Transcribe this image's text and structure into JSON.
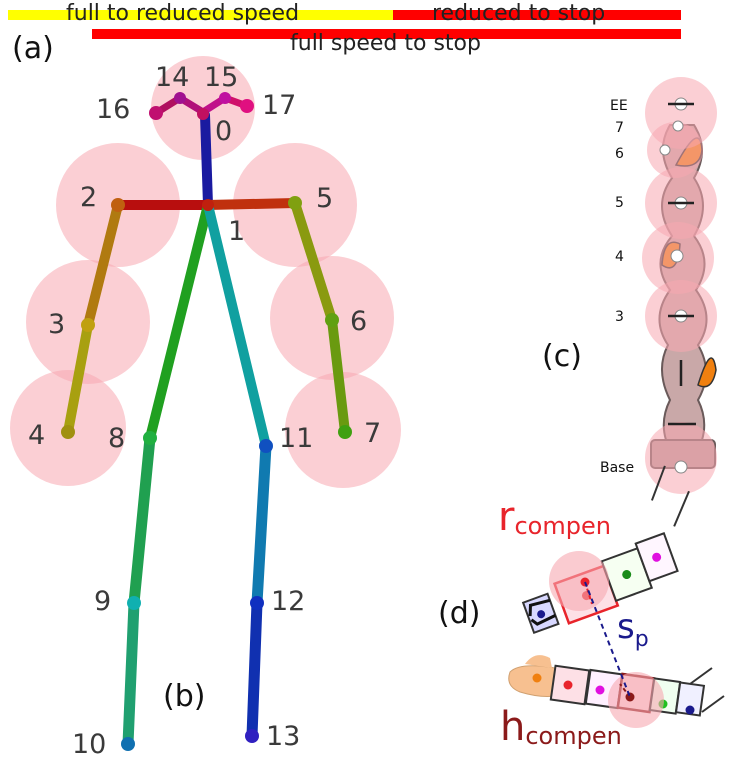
{
  "bars": {
    "full_to_reduced": "full to reduced speed",
    "reduced_to_stop": "reduced to stop",
    "full_to_stop": "full speed to stop",
    "colors": {
      "yellow": "#ffff00",
      "red": "#ff0000"
    }
  },
  "panels": {
    "a": "(a)",
    "b": "(b)",
    "c": "(c)",
    "d": "(d)"
  },
  "skeleton": {
    "joints": [
      "0",
      "1",
      "2",
      "3",
      "4",
      "5",
      "6",
      "7",
      "8",
      "9",
      "10",
      "11",
      "12",
      "13",
      "14",
      "15",
      "16",
      "17"
    ]
  },
  "robot": {
    "labels": {
      "ee": "EE",
      "j7": "7",
      "j6": "6",
      "j5": "5",
      "j4": "4",
      "j3": "3",
      "base": "Base"
    }
  },
  "compensation": {
    "r_main": "r",
    "r_sub": "compen",
    "h_main": "h",
    "h_sub": "compen",
    "s_main": "s",
    "s_sub": "p",
    "colors": {
      "r": "#e8242b",
      "h": "#8b1a1a",
      "s": "#1a1a8c"
    }
  }
}
